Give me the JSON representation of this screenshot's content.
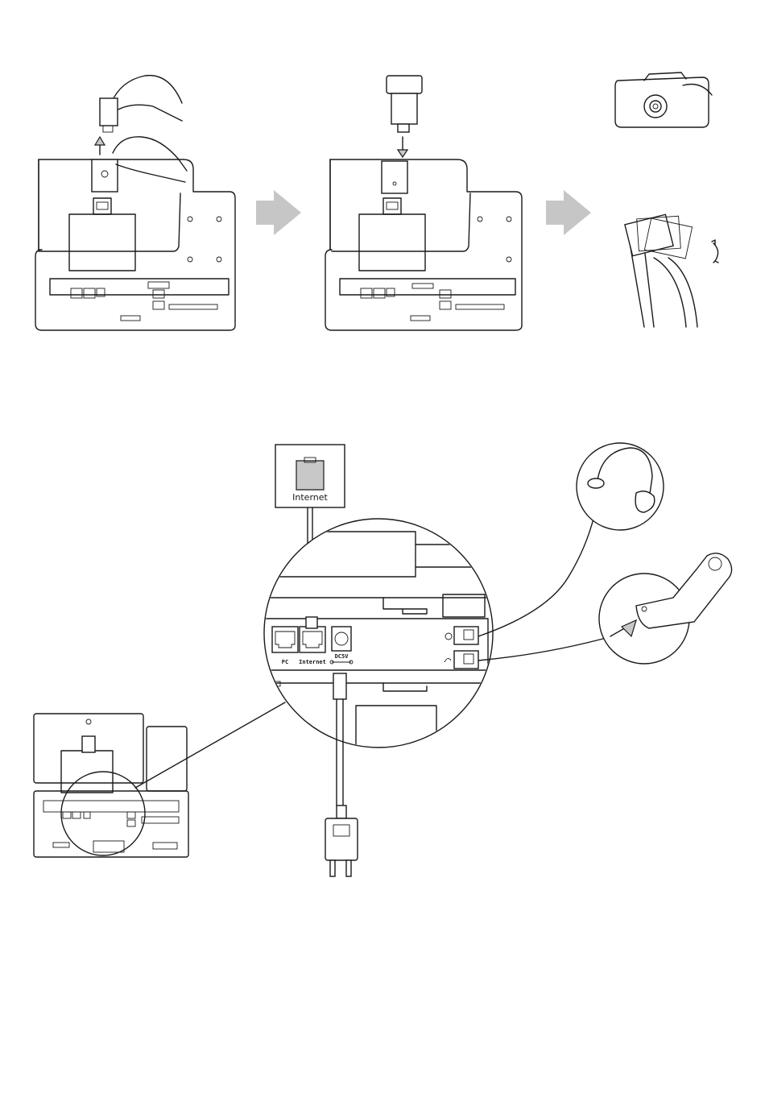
{
  "labels": {
    "internet_jack": "Internet",
    "port_pc": "PC",
    "port_internet": "Internet",
    "port_power": "DC5V"
  }
}
